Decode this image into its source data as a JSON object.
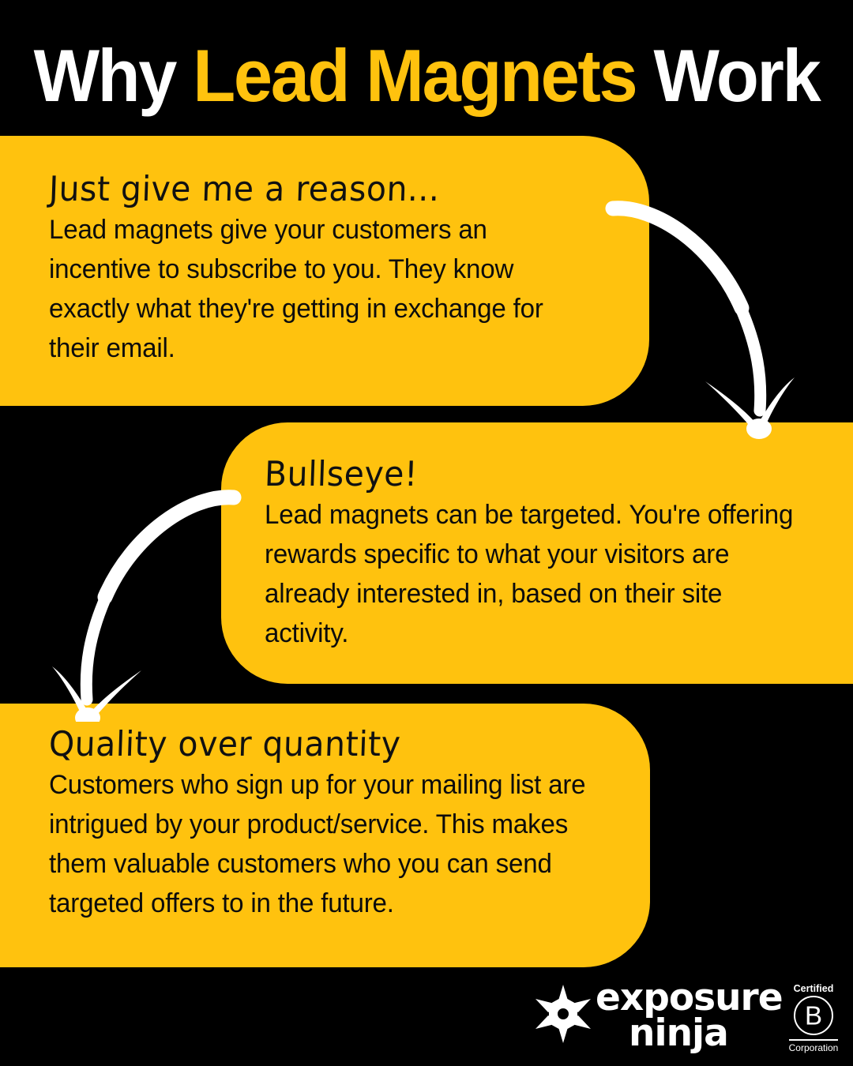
{
  "theme": {
    "background": "#000000",
    "accent_yellow": "#ffc20e",
    "text_light": "#ffffff",
    "text_dark": "#111111"
  },
  "header": {
    "title_part1": "Why ",
    "title_part2": "Lead Magnets",
    "title_part3": " Work",
    "full_title": "Why Lead Magnets Work"
  },
  "cards": [
    {
      "heading": "Just give me a reason...",
      "body": "Lead magnets give your customers an incentive to subscribe to you. They know exactly what they're getting in exchange for their email."
    },
    {
      "heading": "Bullseye!",
      "body": "Lead magnets can be targeted. You're offering rewards specific to what your visitors are already interested in, based on their site activity."
    },
    {
      "heading": "Quality over quantity",
      "body": "Customers who sign up for your mailing list are intrigued by your product/service. This makes them valuable customers who you can send targeted offers to in the future."
    }
  ],
  "arrows": [
    {
      "name": "curved-arrow-down-right",
      "direction": "down-right"
    },
    {
      "name": "curved-arrow-down-left",
      "direction": "down-left"
    }
  ],
  "footer": {
    "logo_icon": "shuriken-star-icon",
    "brand_line1": "exposure",
    "brand_line2": "ninja",
    "bcorp": {
      "top_label": "Certified",
      "letter": "B",
      "bottom_label": "Corporation"
    }
  }
}
